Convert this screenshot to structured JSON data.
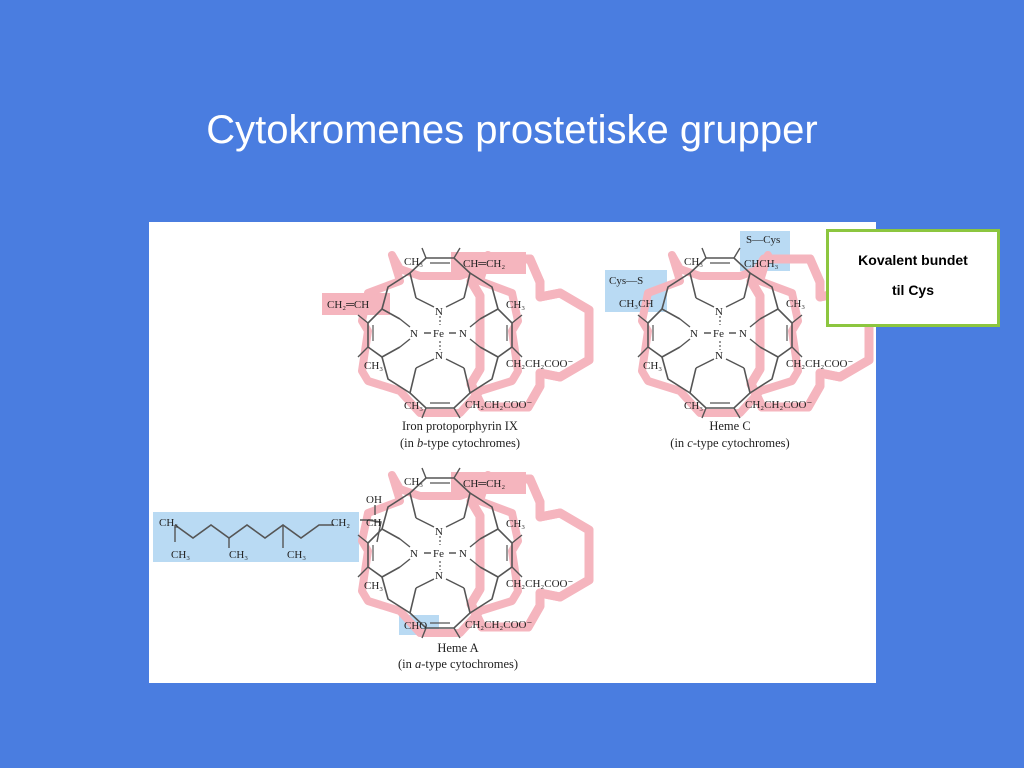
{
  "slide": {
    "title": "Cytokromenes prostetiske grupper"
  },
  "note": {
    "line1": "Kovalent bundet",
    "line2": "til Cys"
  },
  "colors": {
    "background": "#4a7de0",
    "highlight_red": "#f5b5be",
    "highlight_blue": "#b9daf3",
    "note_border": "#8cc63f",
    "bond": "#555555"
  },
  "molecules": [
    {
      "caption_line1": "Iron protoporphyrin IX",
      "caption_line2_a": "(in ",
      "caption_line2_letter": "b",
      "caption_line2_b": "-type cytochromes)",
      "ch3_top": "CH₃",
      "vinyl_top": "CH═CH₂",
      "vinyl_left": "CH₂═CH",
      "ch3_right": "CH₃",
      "ch3_left": "CH₃",
      "propionate_right": "CH₂CH₂COO⁻",
      "ch3_bottom": "CH₃",
      "propionate_bottom": "CH₂CH₂COO⁻",
      "n_top": "N",
      "n_left": "N",
      "fe": "Fe",
      "n_right": "N",
      "n_bottom": "N"
    },
    {
      "caption_line1": "Heme C",
      "caption_line2_a": "(in ",
      "caption_line2_letter": "c",
      "caption_line2_b": "-type cytochromes)",
      "s_cys_top": "S—Cys",
      "chch3_top": "CHCH₃",
      "ch3_top": "CH₃",
      "cys_s_left": "Cys—S",
      "ch3ch_left": "CH₃CH",
      "ch3_right": "CH₃",
      "ch3_left": "CH₃",
      "propionate_right": "CH₂CH₂COO⁻",
      "ch3_bottom": "CH₃",
      "propionate_bottom": "CH₂CH₂COO⁻",
      "n_top": "N",
      "n_left": "N",
      "fe": "Fe",
      "n_right": "N",
      "n_bottom": "N"
    },
    {
      "caption_line1": "Heme A",
      "caption_line2_a": "(in ",
      "caption_line2_letter": "a",
      "caption_line2_b": "-type cytochromes)",
      "ch3_top": "CH₃",
      "vinyl_top": "CH═CH₂",
      "oh": "OH",
      "ch2": "CH₂",
      "ch": "CH",
      "chain_ch3_end": "CH₃",
      "chain_ch3_1": "CH₃",
      "chain_ch3_2": "CH₃",
      "chain_ch3_3": "CH₃",
      "ch3_right": "CH₃",
      "ch3_left": "CH₃",
      "propionate_right": "CH₂CH₂COO⁻",
      "cho": "CHO",
      "propionate_bottom": "CH₂CH₂COO⁻",
      "n_top": "N",
      "n_left": "N",
      "fe": "Fe",
      "n_right": "N",
      "n_bottom": "N"
    }
  ]
}
